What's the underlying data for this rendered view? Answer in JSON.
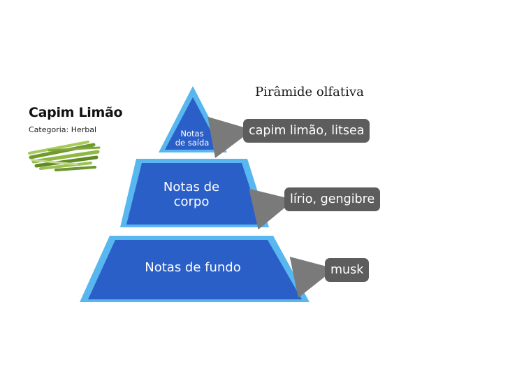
{
  "product": {
    "name": "Capim Limão",
    "category": "Categoria: Herbal",
    "image": "lemongrass-stalks-image"
  },
  "diagram": {
    "title": "Pirâmide olfativa",
    "tiers": [
      {
        "id": "top",
        "label_line1": "Notas",
        "label_line2": "de saída",
        "notes": "capim limão, litsea"
      },
      {
        "id": "middle",
        "label_line1": "Notas de",
        "label_line2": "corpo",
        "notes": "lírio, gengibre"
      },
      {
        "id": "base",
        "label": "Notas de fundo",
        "notes": "musk"
      }
    ]
  },
  "colors": {
    "tier_fill": "#2b5fc8",
    "tier_outline": "#58b7ee",
    "note_box": "#5d5d5d",
    "arrow": "#7a7a7a",
    "note_text": "#ffffff"
  }
}
